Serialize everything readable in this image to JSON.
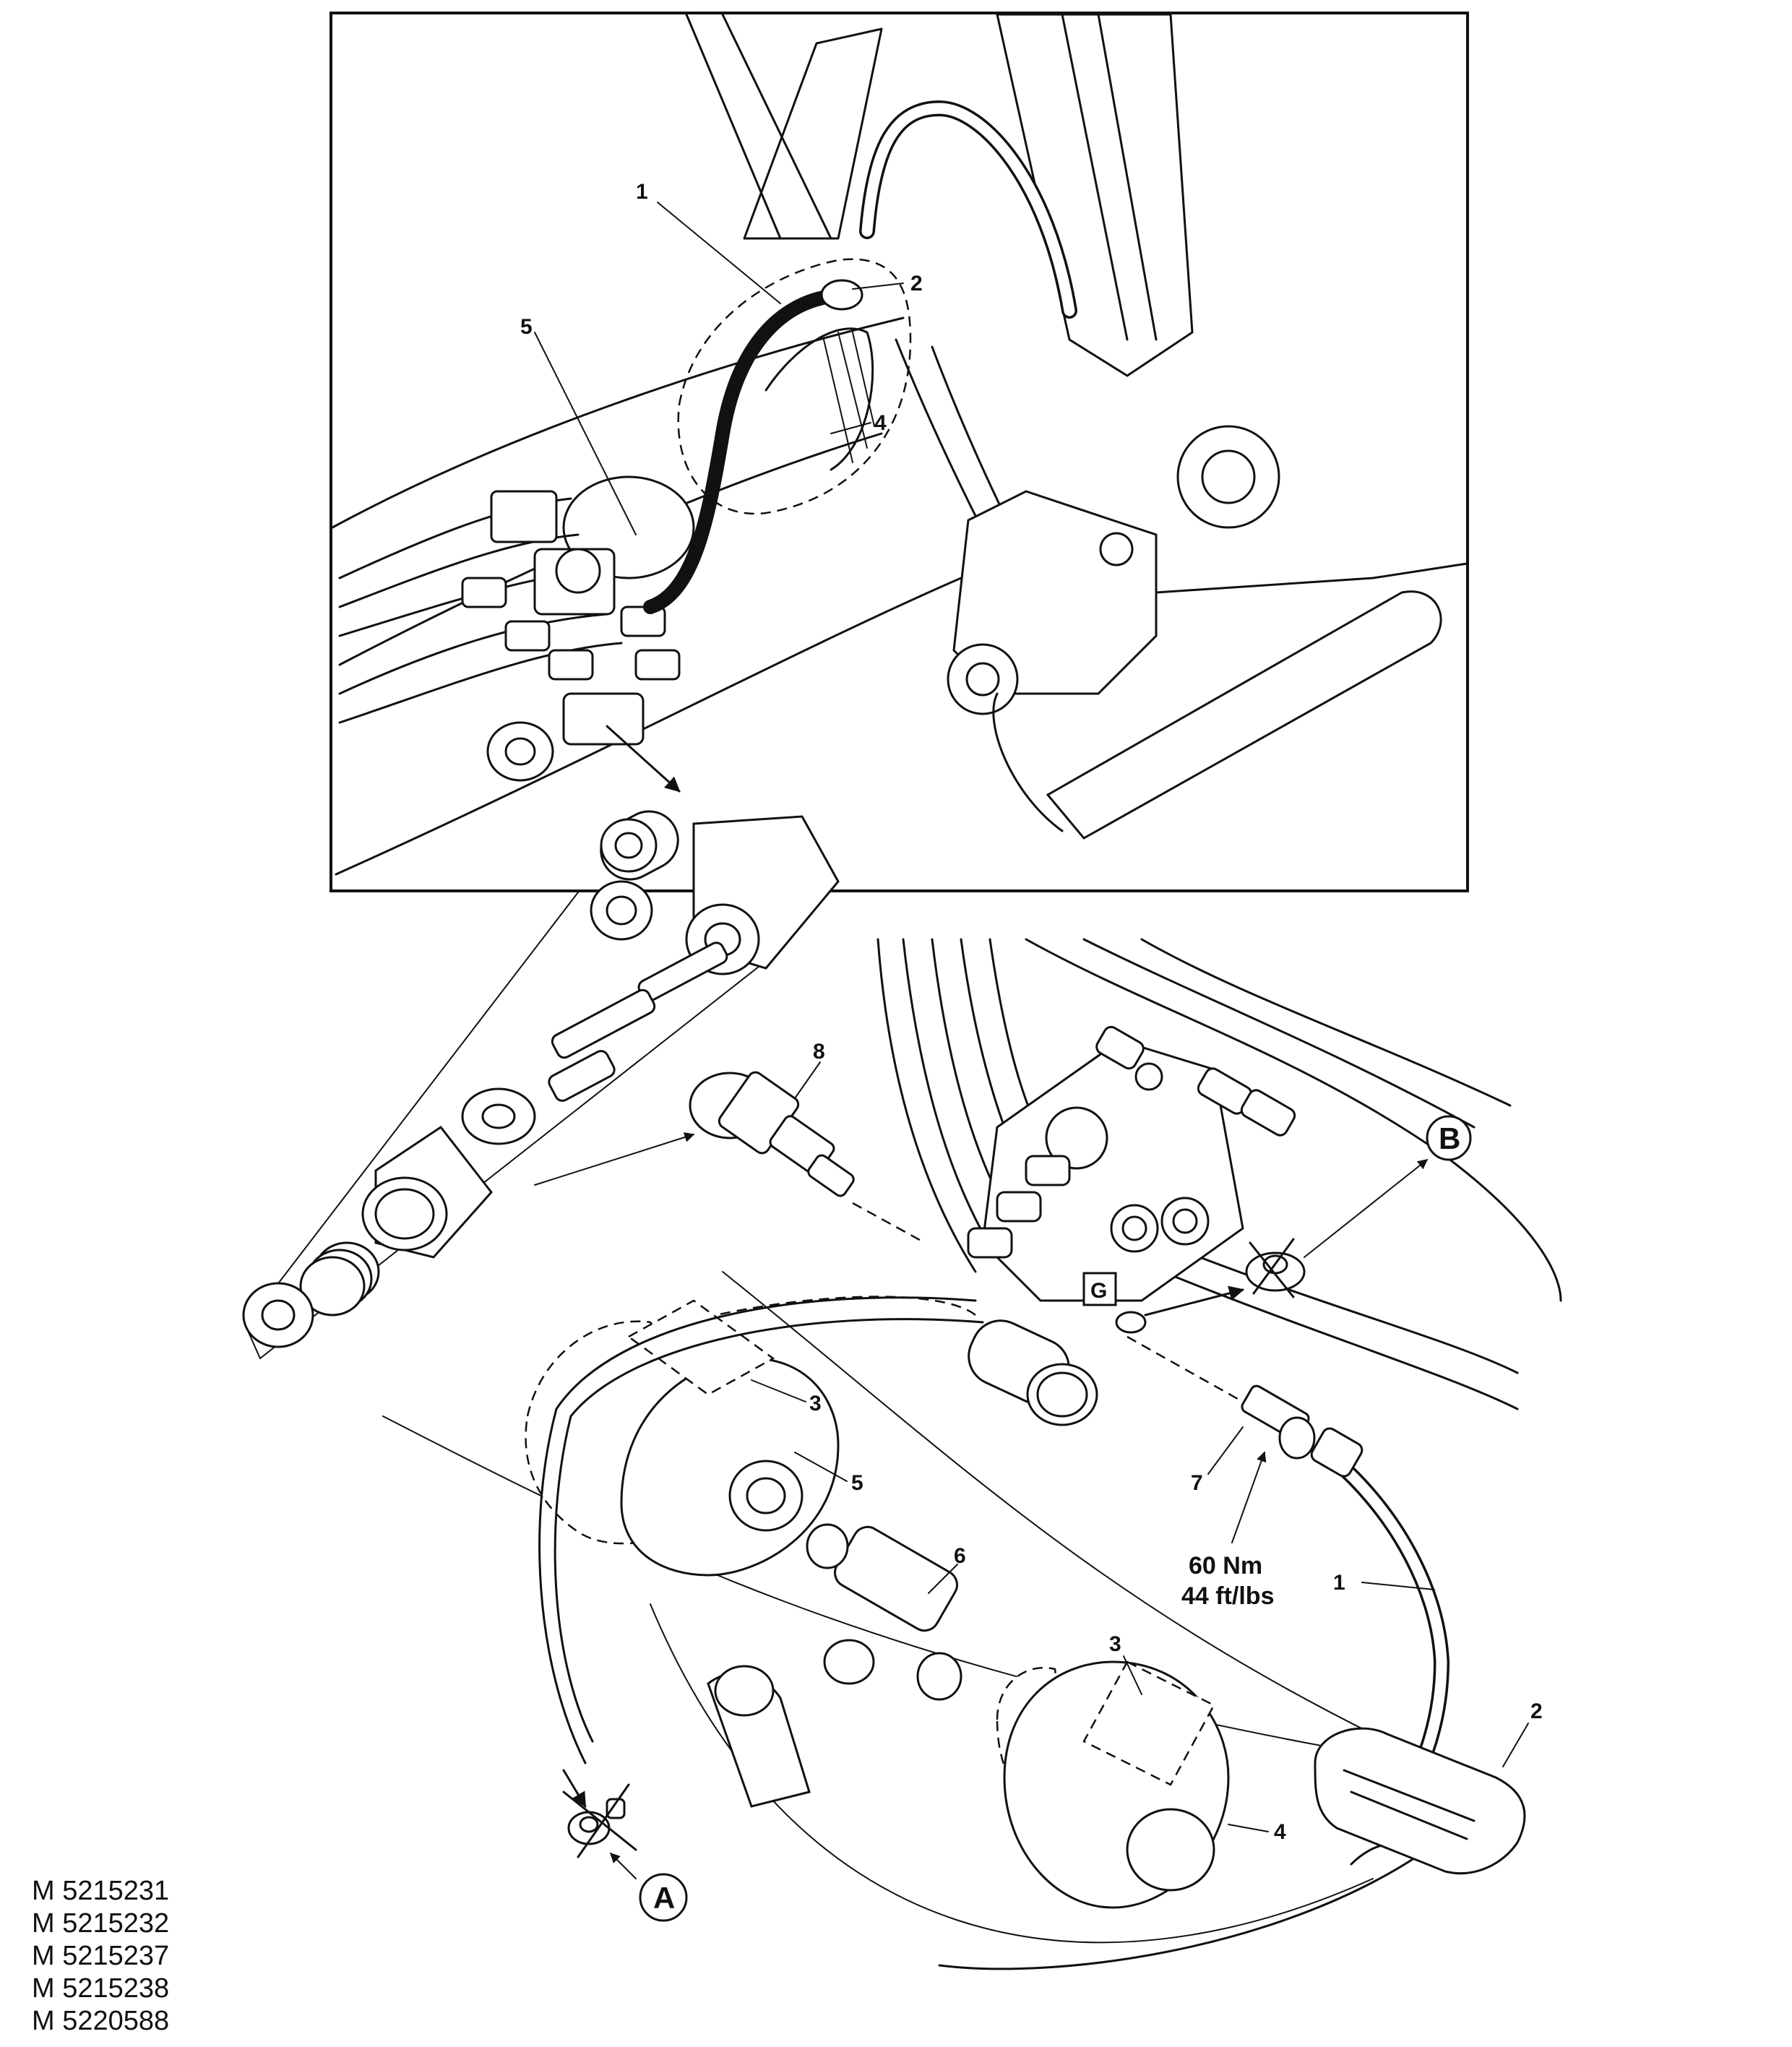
{
  "callouts": {
    "top_1": "1",
    "top_2": "2",
    "top_4": "4",
    "top_5": "5",
    "c8": "8",
    "c3a": "3",
    "c5": "5",
    "c6": "6",
    "c7": "7",
    "c1": "1",
    "c3b": "3",
    "c2": "2",
    "c4": "4"
  },
  "circle_labels": {
    "A": "A",
    "B": "B"
  },
  "box_label": "G",
  "torque": {
    "metric": "60 Nm",
    "imperial": "44 ft/lbs"
  },
  "reference_numbers": [
    "M 5215231",
    "M 5215232",
    "M 5215237",
    "M 5215238",
    "M 5220588"
  ]
}
